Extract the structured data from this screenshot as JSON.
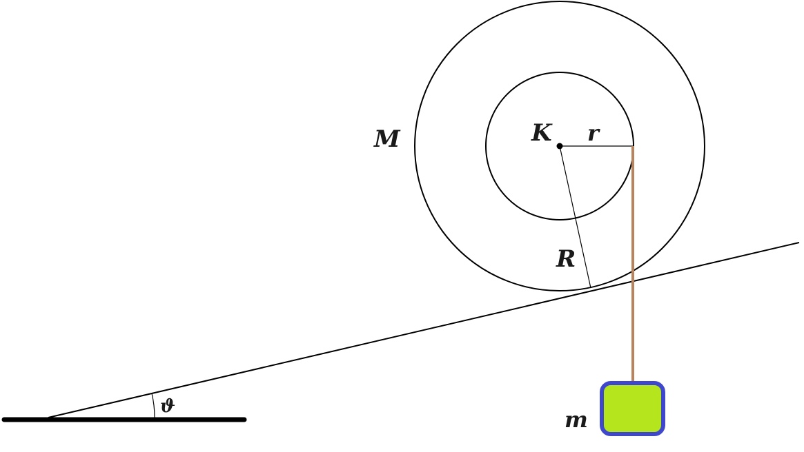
{
  "labels": {
    "outer_mass": "M",
    "center": "K",
    "inner_radius": "r",
    "outer_radius": "R",
    "hanging_mass": "m",
    "angle": "ϑ"
  },
  "colors": {
    "line": "#000000",
    "string": "#b8845e",
    "block_fill": "#b5e61d",
    "block_border": "#3f48cc"
  }
}
